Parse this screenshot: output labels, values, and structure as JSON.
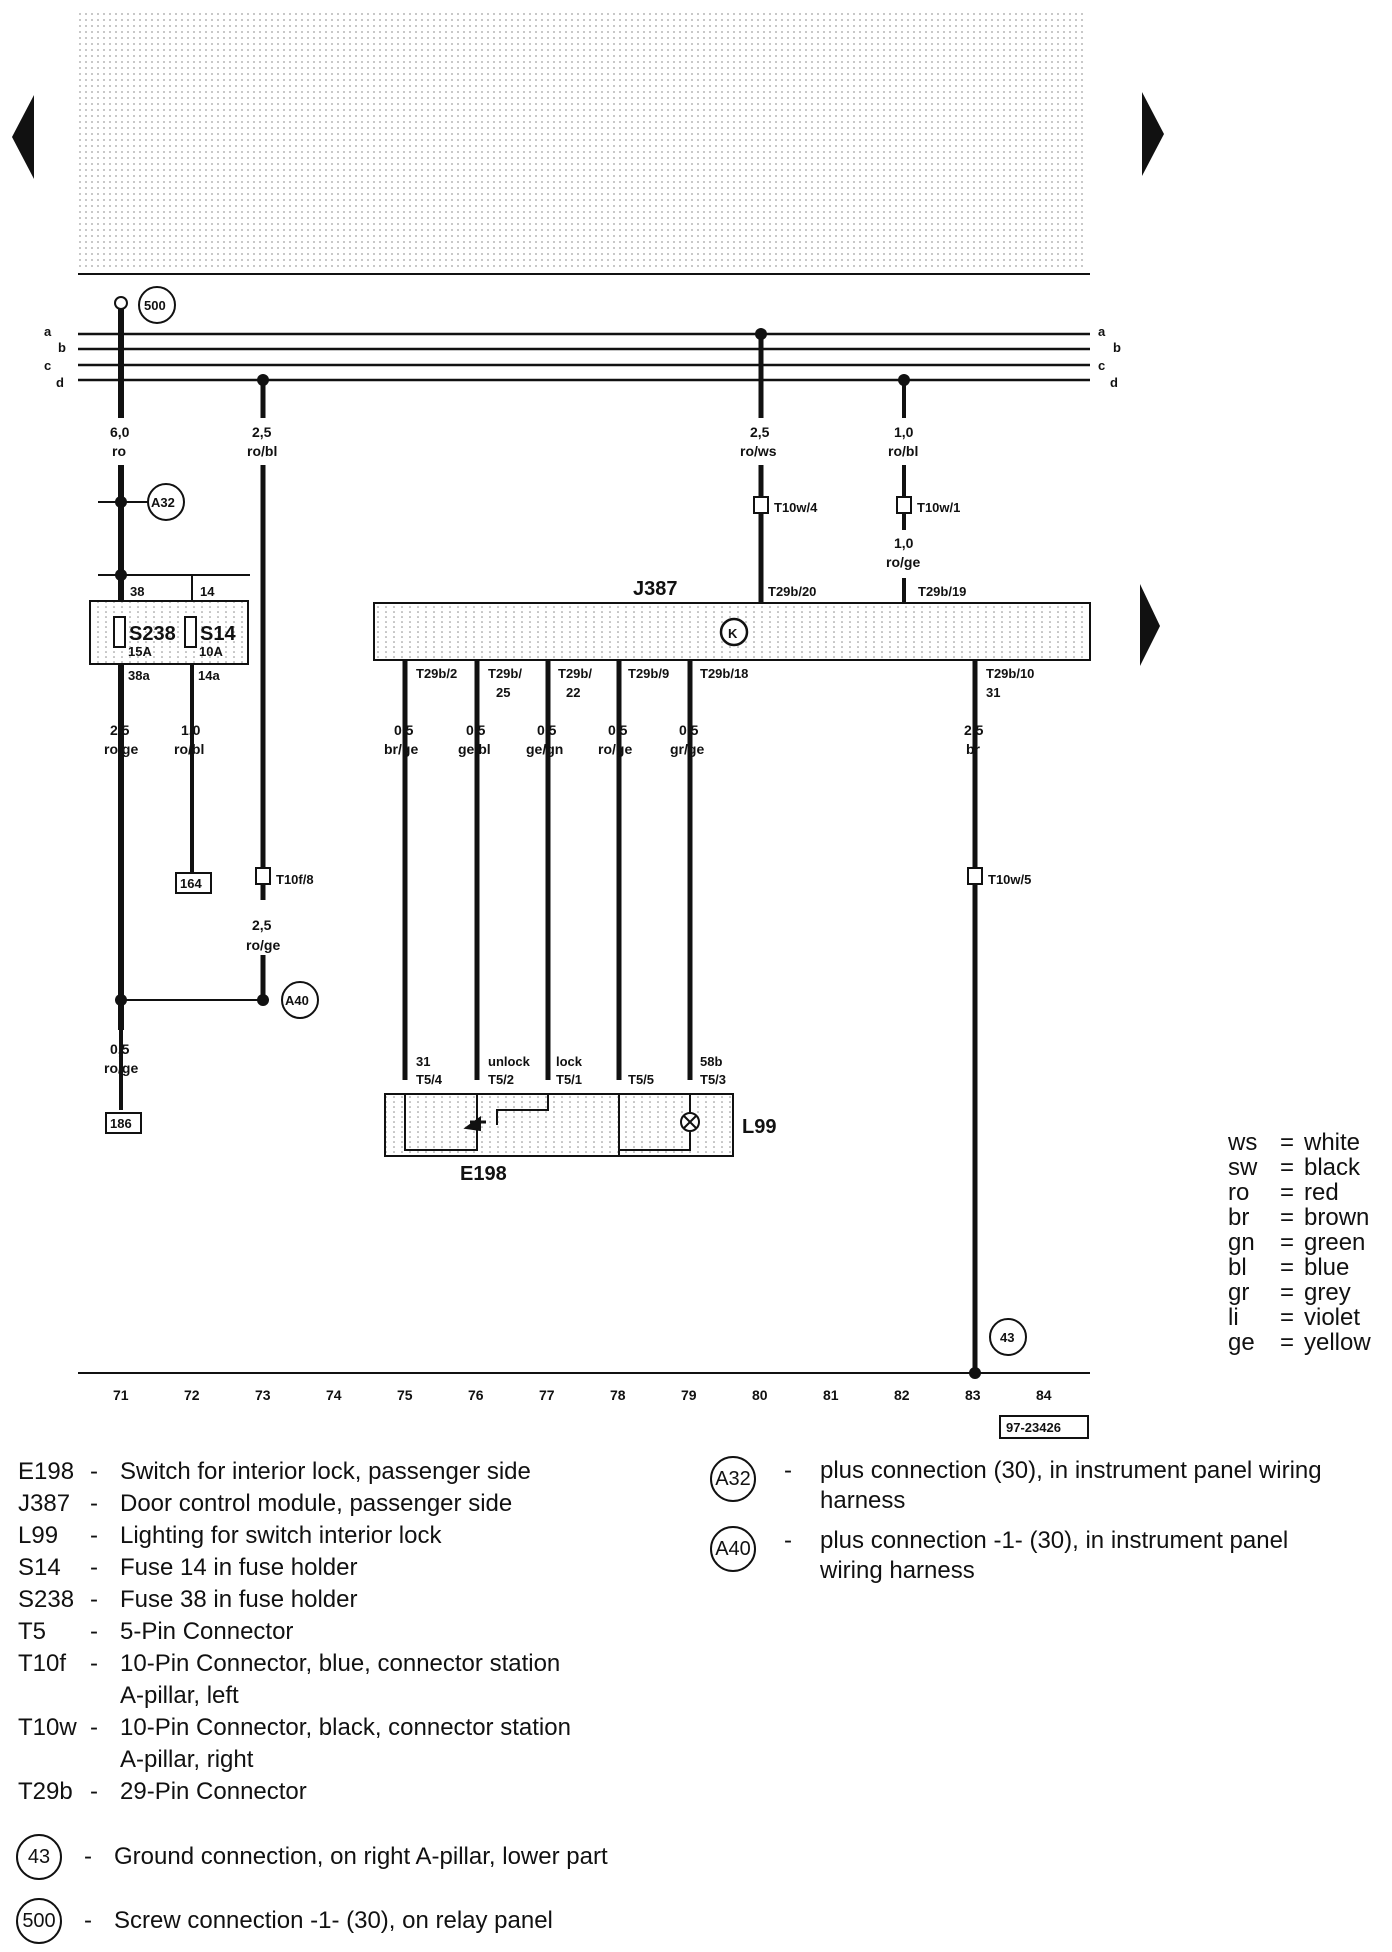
{
  "bus_labels": {
    "left": [
      "a",
      "b",
      "c",
      "d"
    ],
    "right": [
      "a",
      "b",
      "c",
      "d"
    ]
  },
  "wires": {
    "w71": {
      "size": "6,0",
      "color": "ro"
    },
    "w73": {
      "size": "2,5",
      "color": "ro/bl"
    },
    "w80": {
      "size": "2,5",
      "color": "ro/ws"
    },
    "w82": {
      "size": "1,0",
      "color": "ro/bl"
    },
    "w82b": {
      "size": "1,0",
      "color": "ro/ge"
    },
    "w71b": {
      "size": "2,5",
      "color": "ro/ge"
    },
    "w72b": {
      "size": "1,0",
      "color": "ro/bl"
    },
    "w73b": {
      "size": "2,5",
      "color": "ro/ge"
    },
    "w71c": {
      "size": "0,5",
      "color": "ro/ge"
    },
    "w75": {
      "size": "0,5",
      "color": "br/ge"
    },
    "w76": {
      "size": "0,5",
      "color": "ge/bl"
    },
    "w77": {
      "size": "0,5",
      "color": "ge/gn"
    },
    "w78": {
      "size": "0,5",
      "color": "ro/ge"
    },
    "w79": {
      "size": "0,5",
      "color": "gr/ge"
    },
    "w83": {
      "size": "2,5",
      "color": "br"
    }
  },
  "connectors": {
    "t10w4": "T10w/4",
    "t10w1": "T10w/1",
    "t10f8": "T10f/8",
    "t10w5": "T10w/5",
    "t29b20": "T29b/20",
    "t29b19": "T29b/19",
    "t29b2": "T29b/2",
    "t29b25a": "T29b/",
    "t29b25b": "25",
    "t29b22a": "T29b/",
    "t29b22b": "22",
    "t29b9": "T29b/9",
    "t29b18": "T29b/18",
    "t29b10": "T29b/10",
    "t29b10n": "31",
    "t54": "T5/4",
    "t52": "T5/2",
    "t51": "T5/1",
    "t55": "T5/5",
    "t53": "T5/3",
    "p31": "31",
    "unlock": "unlock",
    "lock": "lock",
    "p58b": "58b"
  },
  "fuses": {
    "s238": {
      "name": "S238",
      "rating": "15A",
      "in": "38",
      "out": "38a"
    },
    "s14": {
      "name": "S14",
      "rating": "10A",
      "in": "14",
      "out": "14a"
    }
  },
  "components": {
    "j387": "J387",
    "e198": "E198",
    "l99": "L99"
  },
  "refs": {
    "r164": "164",
    "r186": "186",
    "a32": "A32",
    "a40": "A40",
    "g43": "43",
    "g500": "500"
  },
  "columns": [
    "71",
    "72",
    "73",
    "74",
    "75",
    "76",
    "77",
    "78",
    "79",
    "80",
    "81",
    "82",
    "83",
    "84"
  ],
  "drawing_id": "97-23426",
  "color_legend": [
    {
      "code": "ws",
      "name": "white"
    },
    {
      "code": "sw",
      "name": "black"
    },
    {
      "code": "ro",
      "name": "red"
    },
    {
      "code": "br",
      "name": "brown"
    },
    {
      "code": "gn",
      "name": "green"
    },
    {
      "code": "bl",
      "name": "blue"
    },
    {
      "code": "gr",
      "name": "grey"
    },
    {
      "code": "li",
      "name": "violet"
    },
    {
      "code": "ge",
      "name": "yellow"
    }
  ],
  "parts_list": [
    {
      "code": "E198",
      "dash": "-",
      "desc": "Switch for interior lock, passenger side"
    },
    {
      "code": "J387",
      "dash": "-",
      "desc": "Door control module, passenger side"
    },
    {
      "code": "L99",
      "dash": "-",
      "desc": "Lighting for switch interior lock"
    },
    {
      "code": "S14",
      "dash": "-",
      "desc": "Fuse 14 in fuse holder"
    },
    {
      "code": "S238",
      "dash": "-",
      "desc": "Fuse 38 in fuse holder"
    },
    {
      "code": "T5",
      "dash": "-",
      "desc": "5-Pin Connector"
    },
    {
      "code": "T10f",
      "dash": "-",
      "desc": "10-Pin Connector, blue, connector station\nA-pillar, left"
    },
    {
      "code": "T10w",
      "dash": "-",
      "desc": "10-Pin Connector, black, connector station\nA-pillar, right"
    },
    {
      "code": "T29b",
      "dash": "-",
      "desc": "29-Pin Connector"
    }
  ],
  "ground_list": [
    {
      "id": "43",
      "dash": "-",
      "desc": "Ground connection, on right A-pillar, lower part"
    },
    {
      "id": "500",
      "dash": "-",
      "desc": "Screw connection -1- (30), on relay panel"
    }
  ],
  "plus_list": [
    {
      "id": "A32",
      "dash": "-",
      "desc": "plus connection (30), in instrument panel wiring\nharness"
    },
    {
      "id": "A40",
      "dash": "-",
      "desc": "plus connection -1- (30), in instrument panel\nwiring harness"
    }
  ]
}
